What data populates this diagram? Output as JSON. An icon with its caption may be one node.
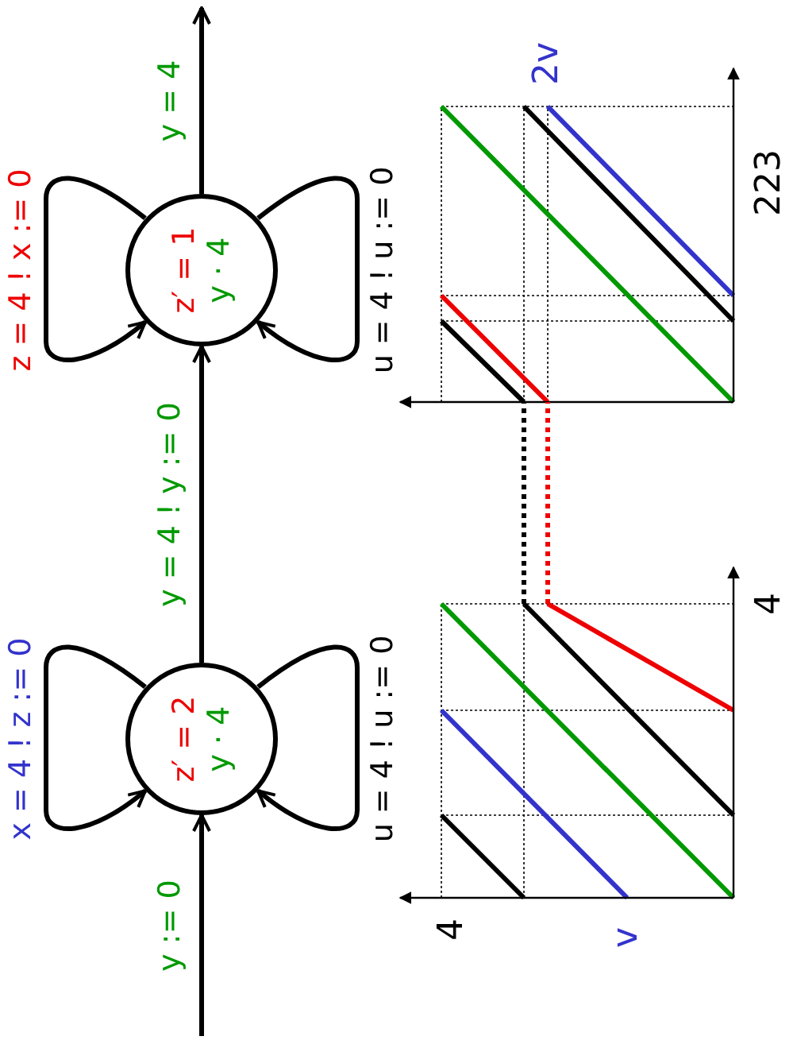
{
  "diagram": {
    "nodes": [
      {
        "text": [
          "z′ = 2",
          "y · 4"
        ]
      },
      {
        "text": [
          "z′ = 1",
          "y · 4"
        ]
      }
    ],
    "edges": [
      {
        "from": null,
        "to": 0,
        "arrow": "to",
        "label": "y := 0"
      },
      {
        "from": 0,
        "to": 0,
        "arrow": "to",
        "label": "x = 4 ! z := 0"
      },
      {
        "from": 0,
        "to": 0,
        "arrow": "to",
        "label": "u = 4 ! u := 0"
      },
      {
        "from": 0,
        "to": 1,
        "arrow": "to",
        "label": "y = 4 ! y := 0"
      },
      {
        "from": 1,
        "to": 1,
        "arrow": "to",
        "label": "z = 4 ! x := 0"
      },
      {
        "from": 1,
        "to": 1,
        "arrow": "to",
        "label": "u = 4 ! u := 0"
      },
      {
        "from": 1,
        "to": null,
        "arrow": "to",
        "label": "y = 4"
      }
    ],
    "labels": [
      "4",
      "2v",
      "v",
      "4",
      "223"
    ]
  }
}
